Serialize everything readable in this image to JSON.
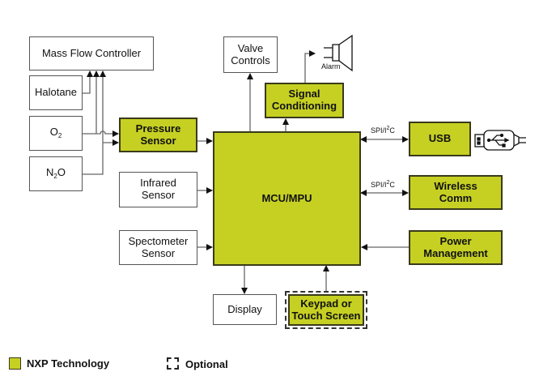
{
  "diagram": {
    "blocks": {
      "mass_flow": "Mass Flow Controller",
      "halotane": "Halotane",
      "o2_main": "O",
      "o2_sub": "2",
      "n2o_pre": "N",
      "n2o_sub": "2",
      "n2o_post": "O",
      "pressure_1": "Pressure",
      "pressure_2": "Sensor",
      "infrared_1": "Infrared",
      "infrared_2": "Sensor",
      "spectro_1": "Spectometer",
      "spectro_2": "Sensor",
      "valve_1": "Valve",
      "valve_2": "Controls",
      "signal_1": "Signal",
      "signal_2": "Conditioning",
      "alarm": "Alarm",
      "mcu": "MCU/MPU",
      "usb": "USB",
      "wireless_1": "Wireless",
      "wireless_2": "Comm",
      "power_1": "Power",
      "power_2": "Management",
      "display": "Display",
      "keypad_1": "Keypad or",
      "keypad_2": "Touch Screen"
    },
    "bus_labels": {
      "usb_bus_pre": "SPI/I",
      "usb_bus_sup": "2",
      "usb_bus_post": "C",
      "wireless_bus_pre": "SPI/I",
      "wireless_bus_sup": "2",
      "wireless_bus_post": "C"
    },
    "icons": [
      "alarm-speaker-icon",
      "usb-plug-icon"
    ],
    "colors": {
      "nxp_green": "#c6d023",
      "border_dark": "#3a3a1a",
      "line": "#666666"
    }
  },
  "legend": {
    "nxp": "NXP Technology",
    "optional": "Optional"
  }
}
